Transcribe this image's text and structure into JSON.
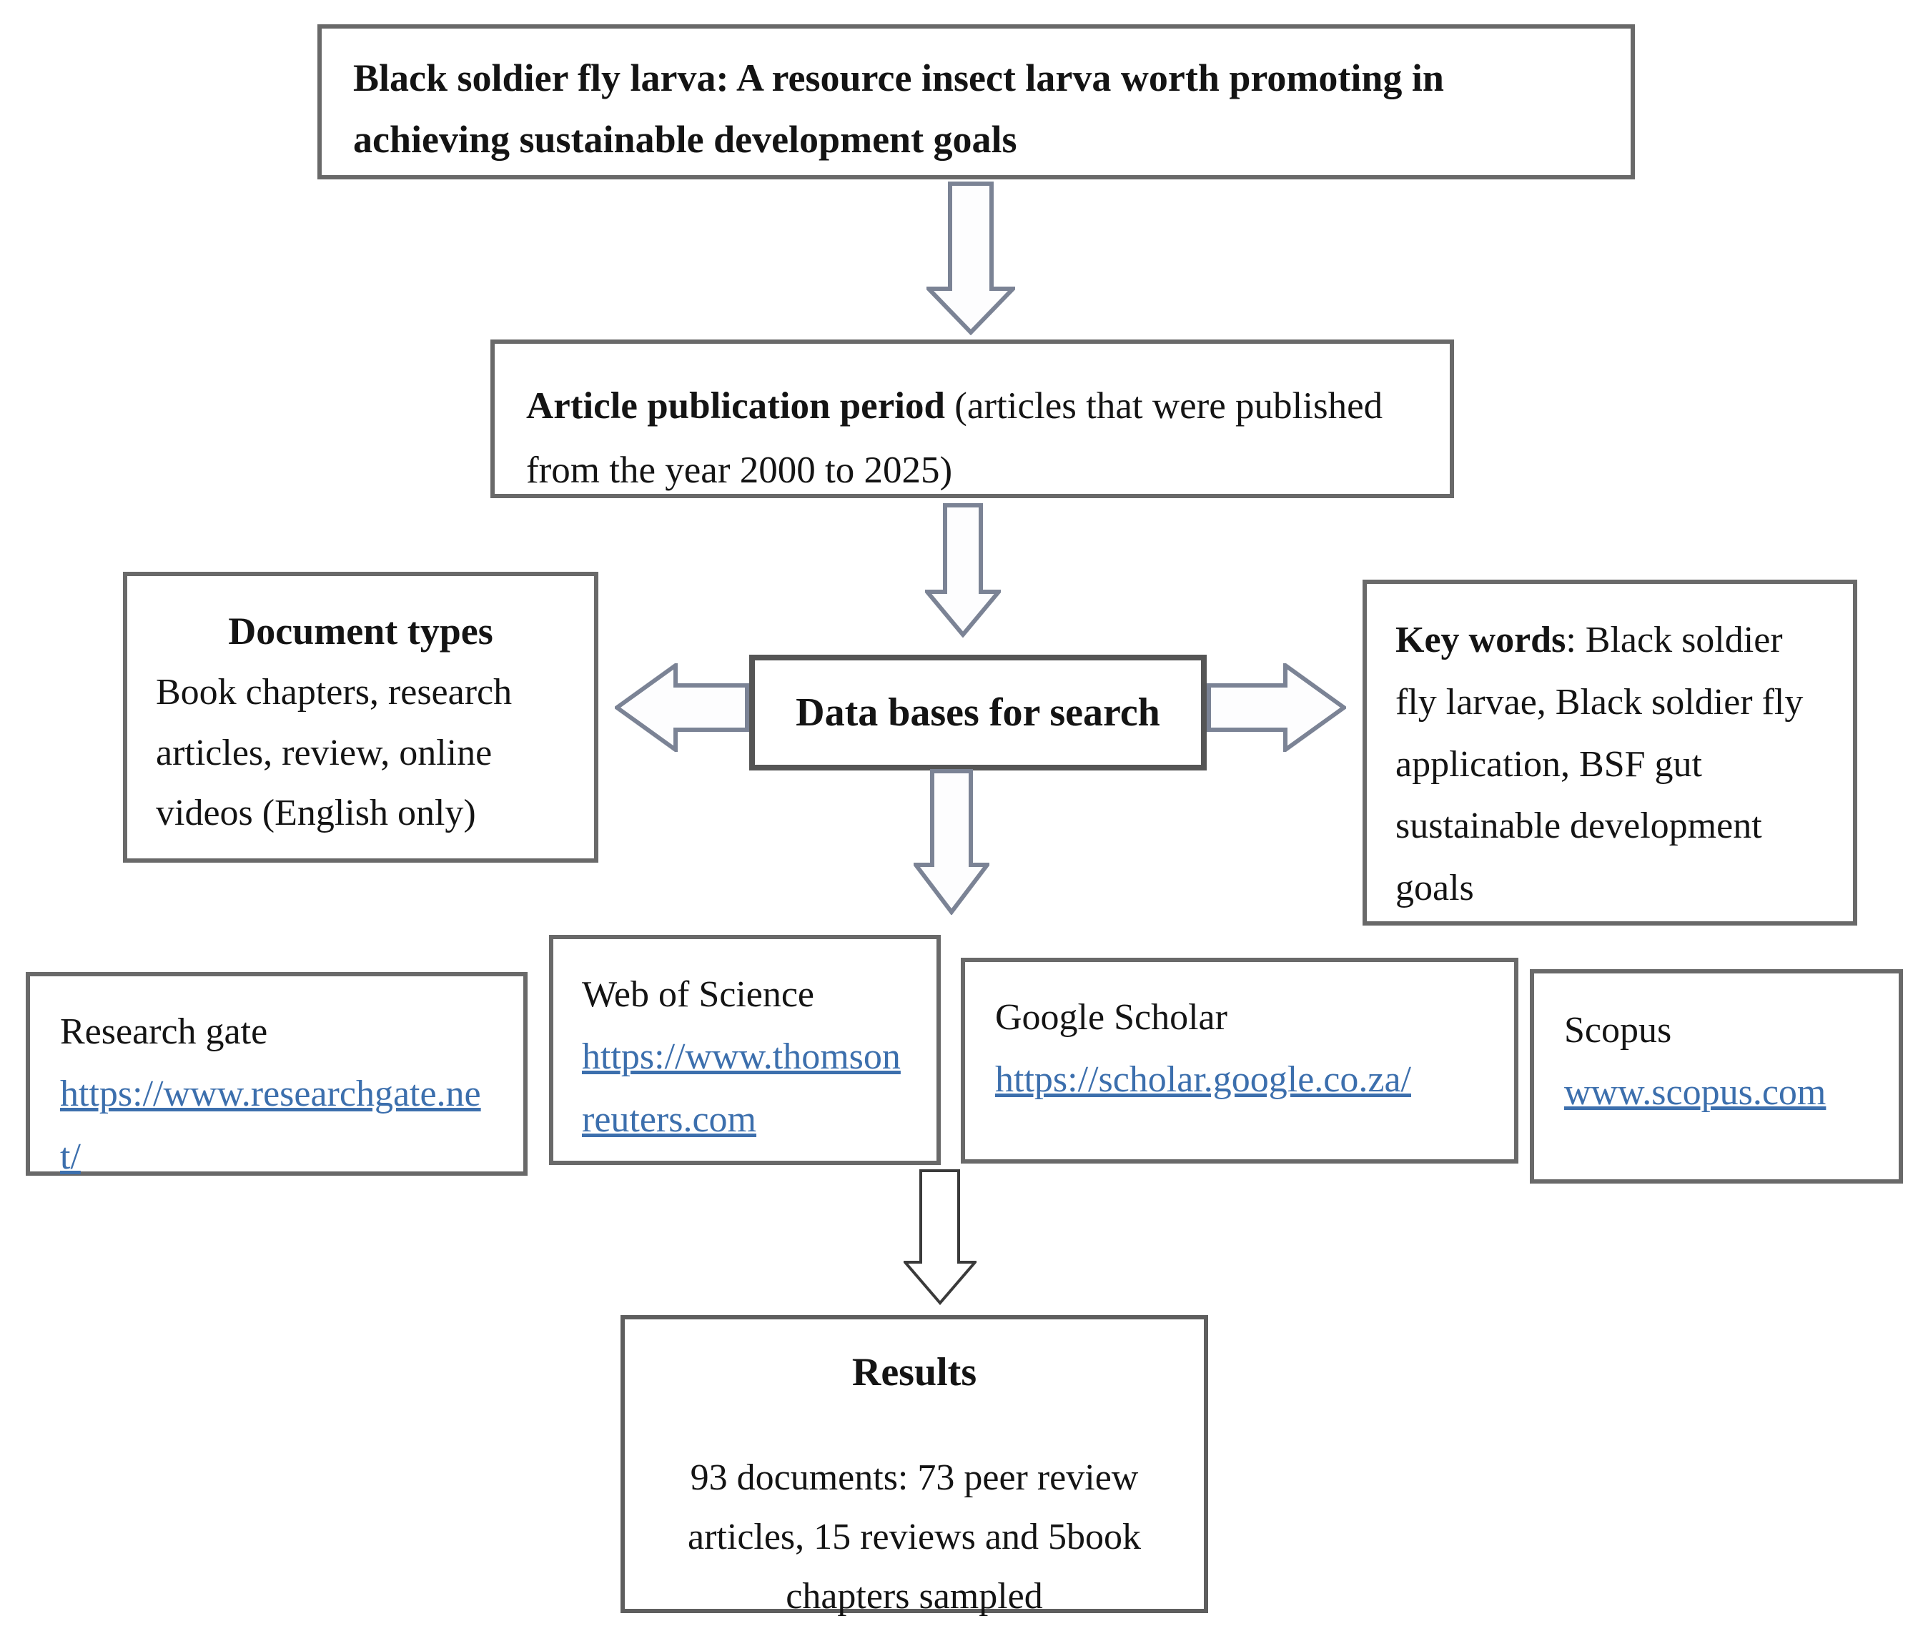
{
  "colors": {
    "link_blue": "#3c6fad",
    "box_border": "#696969",
    "arrow_outline": "#7b8395",
    "text": "#141414"
  },
  "boxes": {
    "title": "Black soldier fly larva: A resource insect larva worth promoting in achieving sustainable development goals",
    "publication": {
      "lead": "Article publication period ",
      "rest": "(articles that were published from the year 2000 to 2025)"
    },
    "document_types": {
      "heading": "Document types",
      "body": "Book chapters, research articles, review, online videos (English only)"
    },
    "databases": "Data bases for search",
    "keywords": {
      "lead": "Key words",
      "rest": ": Black soldier fly larvae, Black soldier fly application, BSF gut sustainable development goals"
    },
    "results": {
      "heading": "Results",
      "body": "93 documents: 73 peer review articles, 15 reviews and 5book chapters sampled"
    }
  },
  "sources": [
    {
      "name": "Research gate",
      "url": "https://www.researchgate.net/"
    },
    {
      "name": "Web of Science",
      "url": "https://www.thomsonreuters.com"
    },
    {
      "name": "Google Scholar",
      "url": "https://scholar.google.co.za/"
    },
    {
      "name": "Scopus",
      "url": "www.scopus.com"
    }
  ]
}
